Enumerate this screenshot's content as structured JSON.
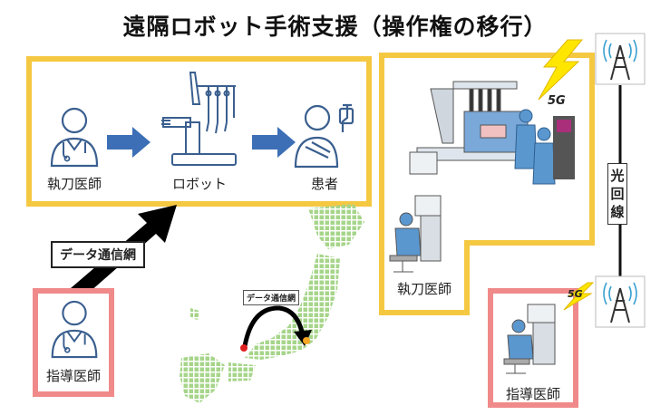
{
  "title": "遠隔ロボット手術支援（操作権の移行）",
  "flow": {
    "surgeon_label": "執刀医師",
    "robot_label": "ロボット",
    "patient_label": "患者"
  },
  "data_network_label": "データ通信網",
  "map_data_label": "データ通信網",
  "supervisor_label": "指導医師",
  "right_panel": {
    "surgeon_label": "執刀医師",
    "supervisor_label": "指導医師",
    "fiber_label": [
      "光",
      "回",
      "線"
    ],
    "badge_5g": "5G"
  },
  "colors": {
    "yellow_border": "#f5c842",
    "red_border": "#f08a8a",
    "icon_blue": "#3a5f8f",
    "arrow_blue": "#3d6fb6",
    "map_green": "#a6d58a"
  },
  "icons": [
    "doctor-icon",
    "robot-arm-icon",
    "patient-icon",
    "antenna-icon",
    "lightning-icon",
    "japan-map-icon"
  ]
}
